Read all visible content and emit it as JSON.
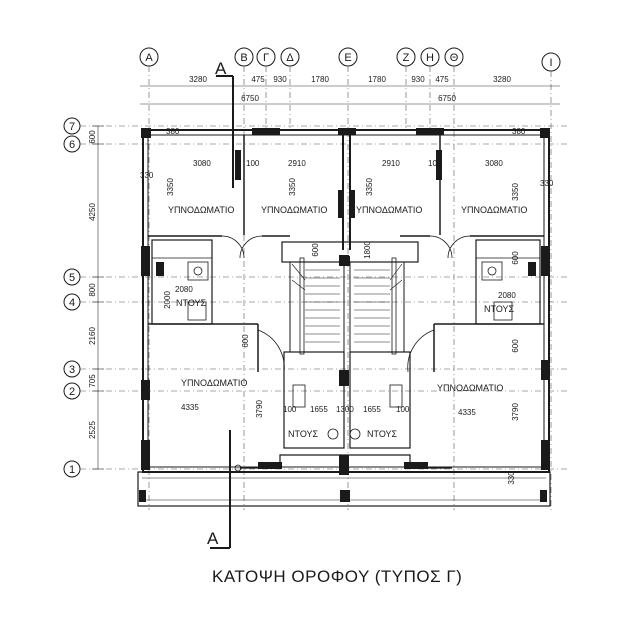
{
  "title": "ΚΑΤΟΨΗ ΟΡΟΦΟΥ  (ΤΥΠΟΣ Γ)",
  "section_mark": "A",
  "grid_columns": [
    "A",
    "B",
    "Γ",
    "Δ",
    "E",
    "Z",
    "H",
    "Θ",
    "I"
  ],
  "grid_rows": [
    "7",
    "6",
    "5",
    "4",
    "3",
    "2",
    "1"
  ],
  "top_dims_row1": [
    "3280",
    "475",
    "930",
    "1780",
    "1780",
    "930",
    "475",
    "3280"
  ],
  "top_dims_row2": [
    "6750",
    "6750"
  ],
  "left_dims": [
    "600",
    "4250",
    "800",
    "2160",
    "705",
    "2525"
  ],
  "rooms": {
    "bedroom": "ΥΠΝΟΔΩΜΑΤΙΟ",
    "shower": "ΝΤΟΥΣ"
  },
  "room_dims": {
    "w3080": "3080",
    "w2910": "2910",
    "h3350": "3350",
    "w4335": "4335",
    "h3790": "3790",
    "w2080": "2080",
    "h2000": "2000",
    "w600": "600",
    "w100": "100",
    "w1655": "1655",
    "w1300": "1300",
    "w1800": "1800",
    "w380": "380",
    "w330": "330"
  }
}
